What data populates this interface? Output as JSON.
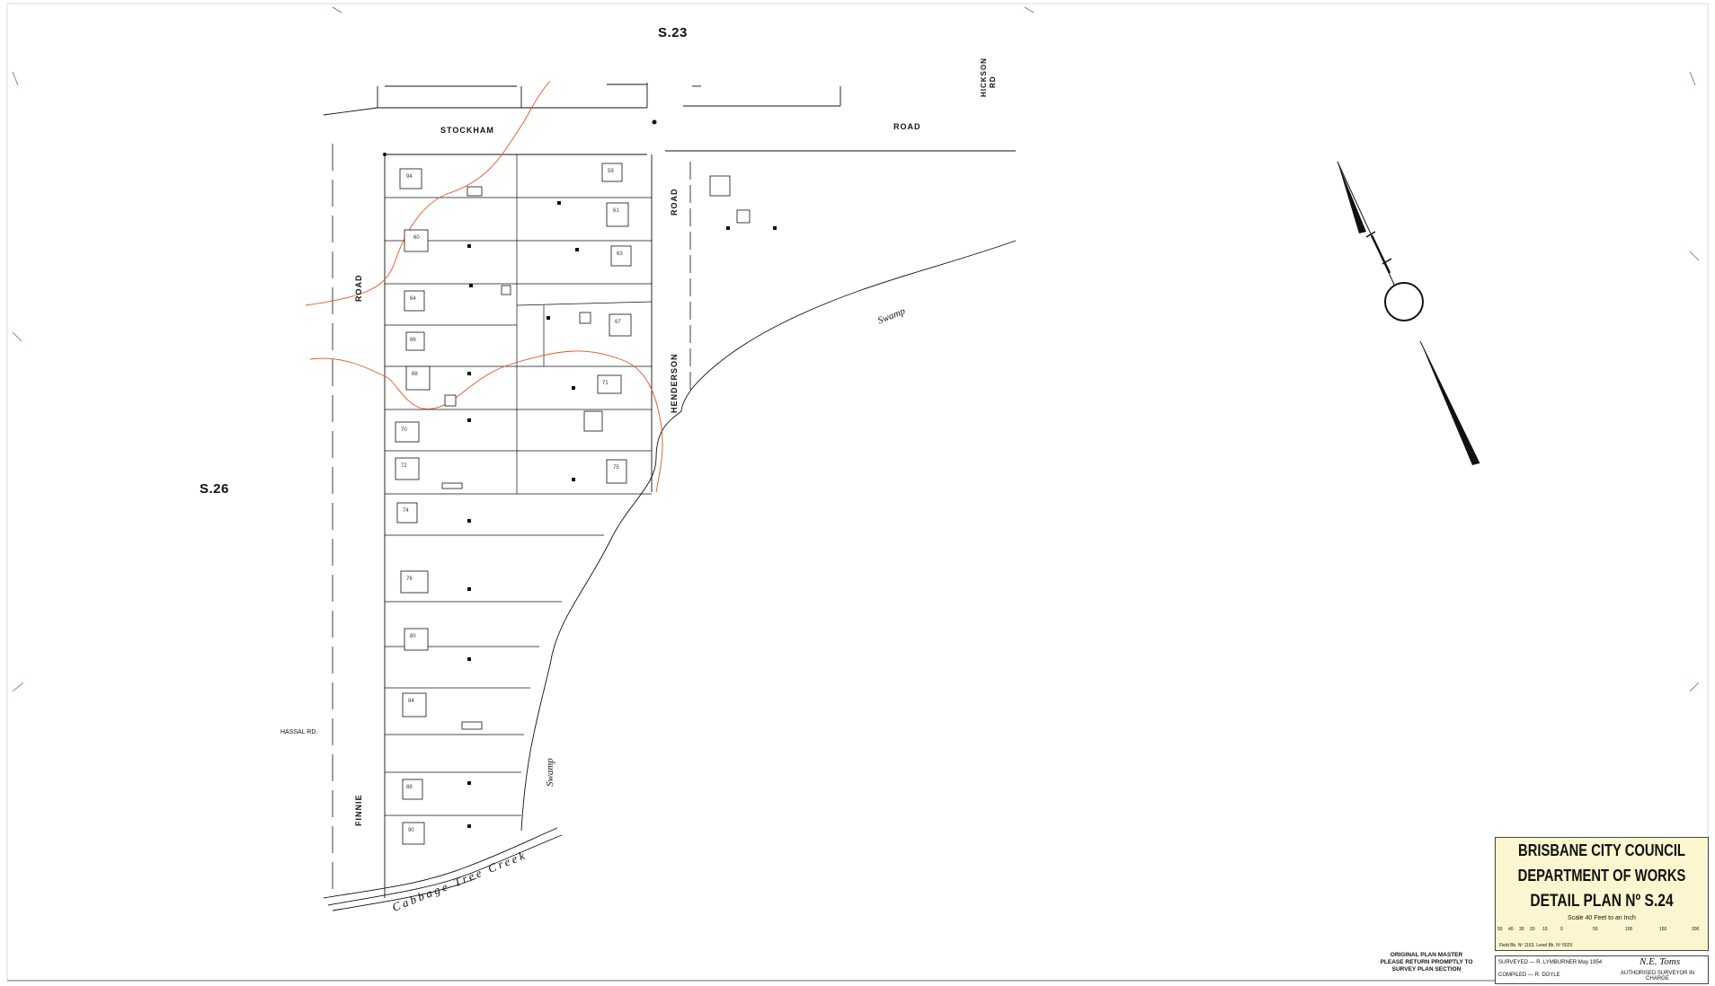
{
  "sheet_refs": {
    "north": "S.23",
    "west": "S.26"
  },
  "roads": {
    "stockham": "STOCKHAM",
    "road_east": "ROAD",
    "road_henderson": "ROAD",
    "henderson": "HENDERSON",
    "finnie": "FINNIE",
    "road_finnie": "ROAD",
    "hickson": "HICKSON",
    "hickson_rd": "RD",
    "hassal": "HASSAL RD."
  },
  "features": {
    "swamp_east": "Swamp",
    "swamp_south": "Swamp",
    "creek": "Cabbage  Tree  Creek"
  },
  "lots_west": [
    "60",
    "64",
    "66",
    "68",
    "70",
    "72",
    "74",
    "76",
    "80",
    "84",
    "88",
    "90",
    "94"
  ],
  "lots_east": [
    "59",
    "61",
    "63",
    "67",
    "71",
    "75"
  ],
  "title_block": {
    "line1": "BRISBANE CITY COUNCIL",
    "line2": "DEPARTMENT OF WORKS",
    "line3": "DETAIL PLAN Nº S.24",
    "scale": "Scale 40 Feet to an Inch",
    "scale_ticks": [
      "50",
      "40",
      "30",
      "20",
      "10",
      "0",
      "50",
      "100",
      "150",
      "200"
    ],
    "field_book": "Field Bk. Nº 1163.   Level Bk. Nº 5029",
    "surveyed": "SURVEYED — R. LYMBURNER   May 1954",
    "compiled": "COMPILED — R. DOYLE",
    "signature": "N.E. Toms",
    "authorised": "AUTHORISED SURVEYOR IN CHARGE"
  },
  "stamp": {
    "line1": "ORIGINAL PLAN MASTER",
    "line2": "PLEASE RETURN PROMPTLY TO",
    "line3": "SURVEY PLAN SECTION"
  },
  "colors": {
    "contour": "#e0541e",
    "ink": "#111111",
    "title_bg": "#fbf6cf"
  }
}
